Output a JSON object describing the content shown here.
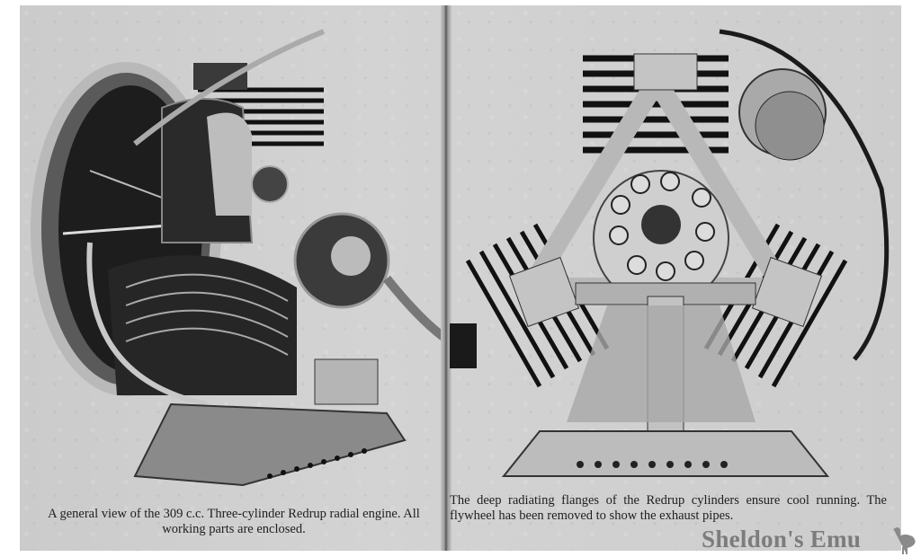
{
  "document": {
    "type": "magazine-spread",
    "left_page": {
      "figure": {
        "description": "Three-cylinder Redrup radial engine, general view with flywheel, chain drive and exhaust pipe",
        "caption": "A general view of the 309 c.c. Three-cylinder Redrup radial engine.   All working parts are enclosed."
      }
    },
    "right_page": {
      "figure": {
        "description": "Redrup radial engine front view showing three finned cylinders, triangular frame and hub nuts",
        "caption": "The deep radiating flanges of the Redrup cylinders ensure cool running.  The flywheel has been removed to show the exhaust pipes."
      }
    }
  },
  "watermark": {
    "text": "Sheldon's Emu",
    "icon": "emu-icon"
  },
  "colors": {
    "paper": "#cfcfcf",
    "ink": "#1e1e1e",
    "watermark": "#7c7c7c"
  }
}
